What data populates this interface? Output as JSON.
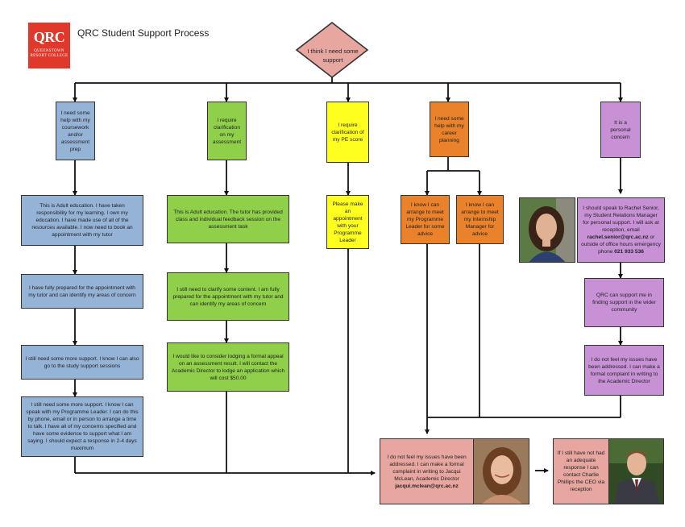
{
  "header": {
    "logo_mark": "QRC",
    "logo_sub": "QUEENSTOWN RESORT COLLEGE",
    "title": "QRC Student Support Process"
  },
  "start": "I think I need some support",
  "col1": {
    "a": "I need some help with my coursework and/or assessment prep",
    "b": "This is Adult education. I have taken responsibility for my learning. I own my education. I have made use of all of the resources available. I now need to book an appointment with my tutor",
    "c": "I have fully prepared for the appointment with my tutor and can identify my areas of concern",
    "d": "I still need some more support. I know I can also go to the study support sessions",
    "e": "I still need some more support. I know I can speak with my Programme Leader. I can do this by phone, email or in person to arrange a time to talk. I have all of my concerns specified and have some evidence to support what I am saying. I should expect a response in 2-4 days maximum"
  },
  "col2": {
    "a": "I require clarification on my assessment",
    "b": "This is Adult education. The tutor has provided class and individual feedback session on the assessment task",
    "c": "I still need to clarify some content. I am fully prepared for the appointment with my tutor and can identify my areas of concern",
    "d": "I would like to consider lodging a formal appeal on an assessment result. I will contact the Academic Director to lodge an application which will cost $50.00"
  },
  "col3": {
    "a": "I require clarification of my PE score",
    "b": "Please make an appointment with your Programme Leader"
  },
  "col4": {
    "a": "I need some help with my career planning",
    "b": "I know I can arrange to meet my Programme Leader for some advice",
    "c": "I know I can arrange to meet my Internship Manager for advice"
  },
  "col5": {
    "a": "It is a personal concern",
    "b_text": "I should speak to Rachel Senior, my Student Relations Manager for personal support. I will ask at reception, email",
    "b_email": "rachel.senior@qrc.ac.nz",
    "b_tail": "or outside of office hours emergency phone",
    "b_phone": "021 933 536",
    "c": "QRC can support me in finding support in the wider community",
    "d": "I do not feel my issues have been addressed. I can make a formal complaint in writing to the Academic Director"
  },
  "bottom": {
    "director_text": "I do not feel my issues have been addressed. I can make a formal complaint in writing to Jacqui McLean, Academic Director",
    "director_email": "jacqui.mclean@qrc.ac.nz",
    "ceo_text": "If I still have not had an adequate response I can contact Charlie Phillips the CEO via reception"
  },
  "icons": [
    "rachel-senior-photo",
    "jacqui-mclean-photo",
    "charlie-phillips-photo"
  ],
  "colors": {
    "blue": "#95b3d7",
    "green": "#8fcf4a",
    "yellow": "#ffff1f",
    "orange": "#e9822a",
    "purple": "#c891d6",
    "pink": "#e8a6a0",
    "diamond": "#e8a6a0",
    "logo": "#e0392b"
  }
}
